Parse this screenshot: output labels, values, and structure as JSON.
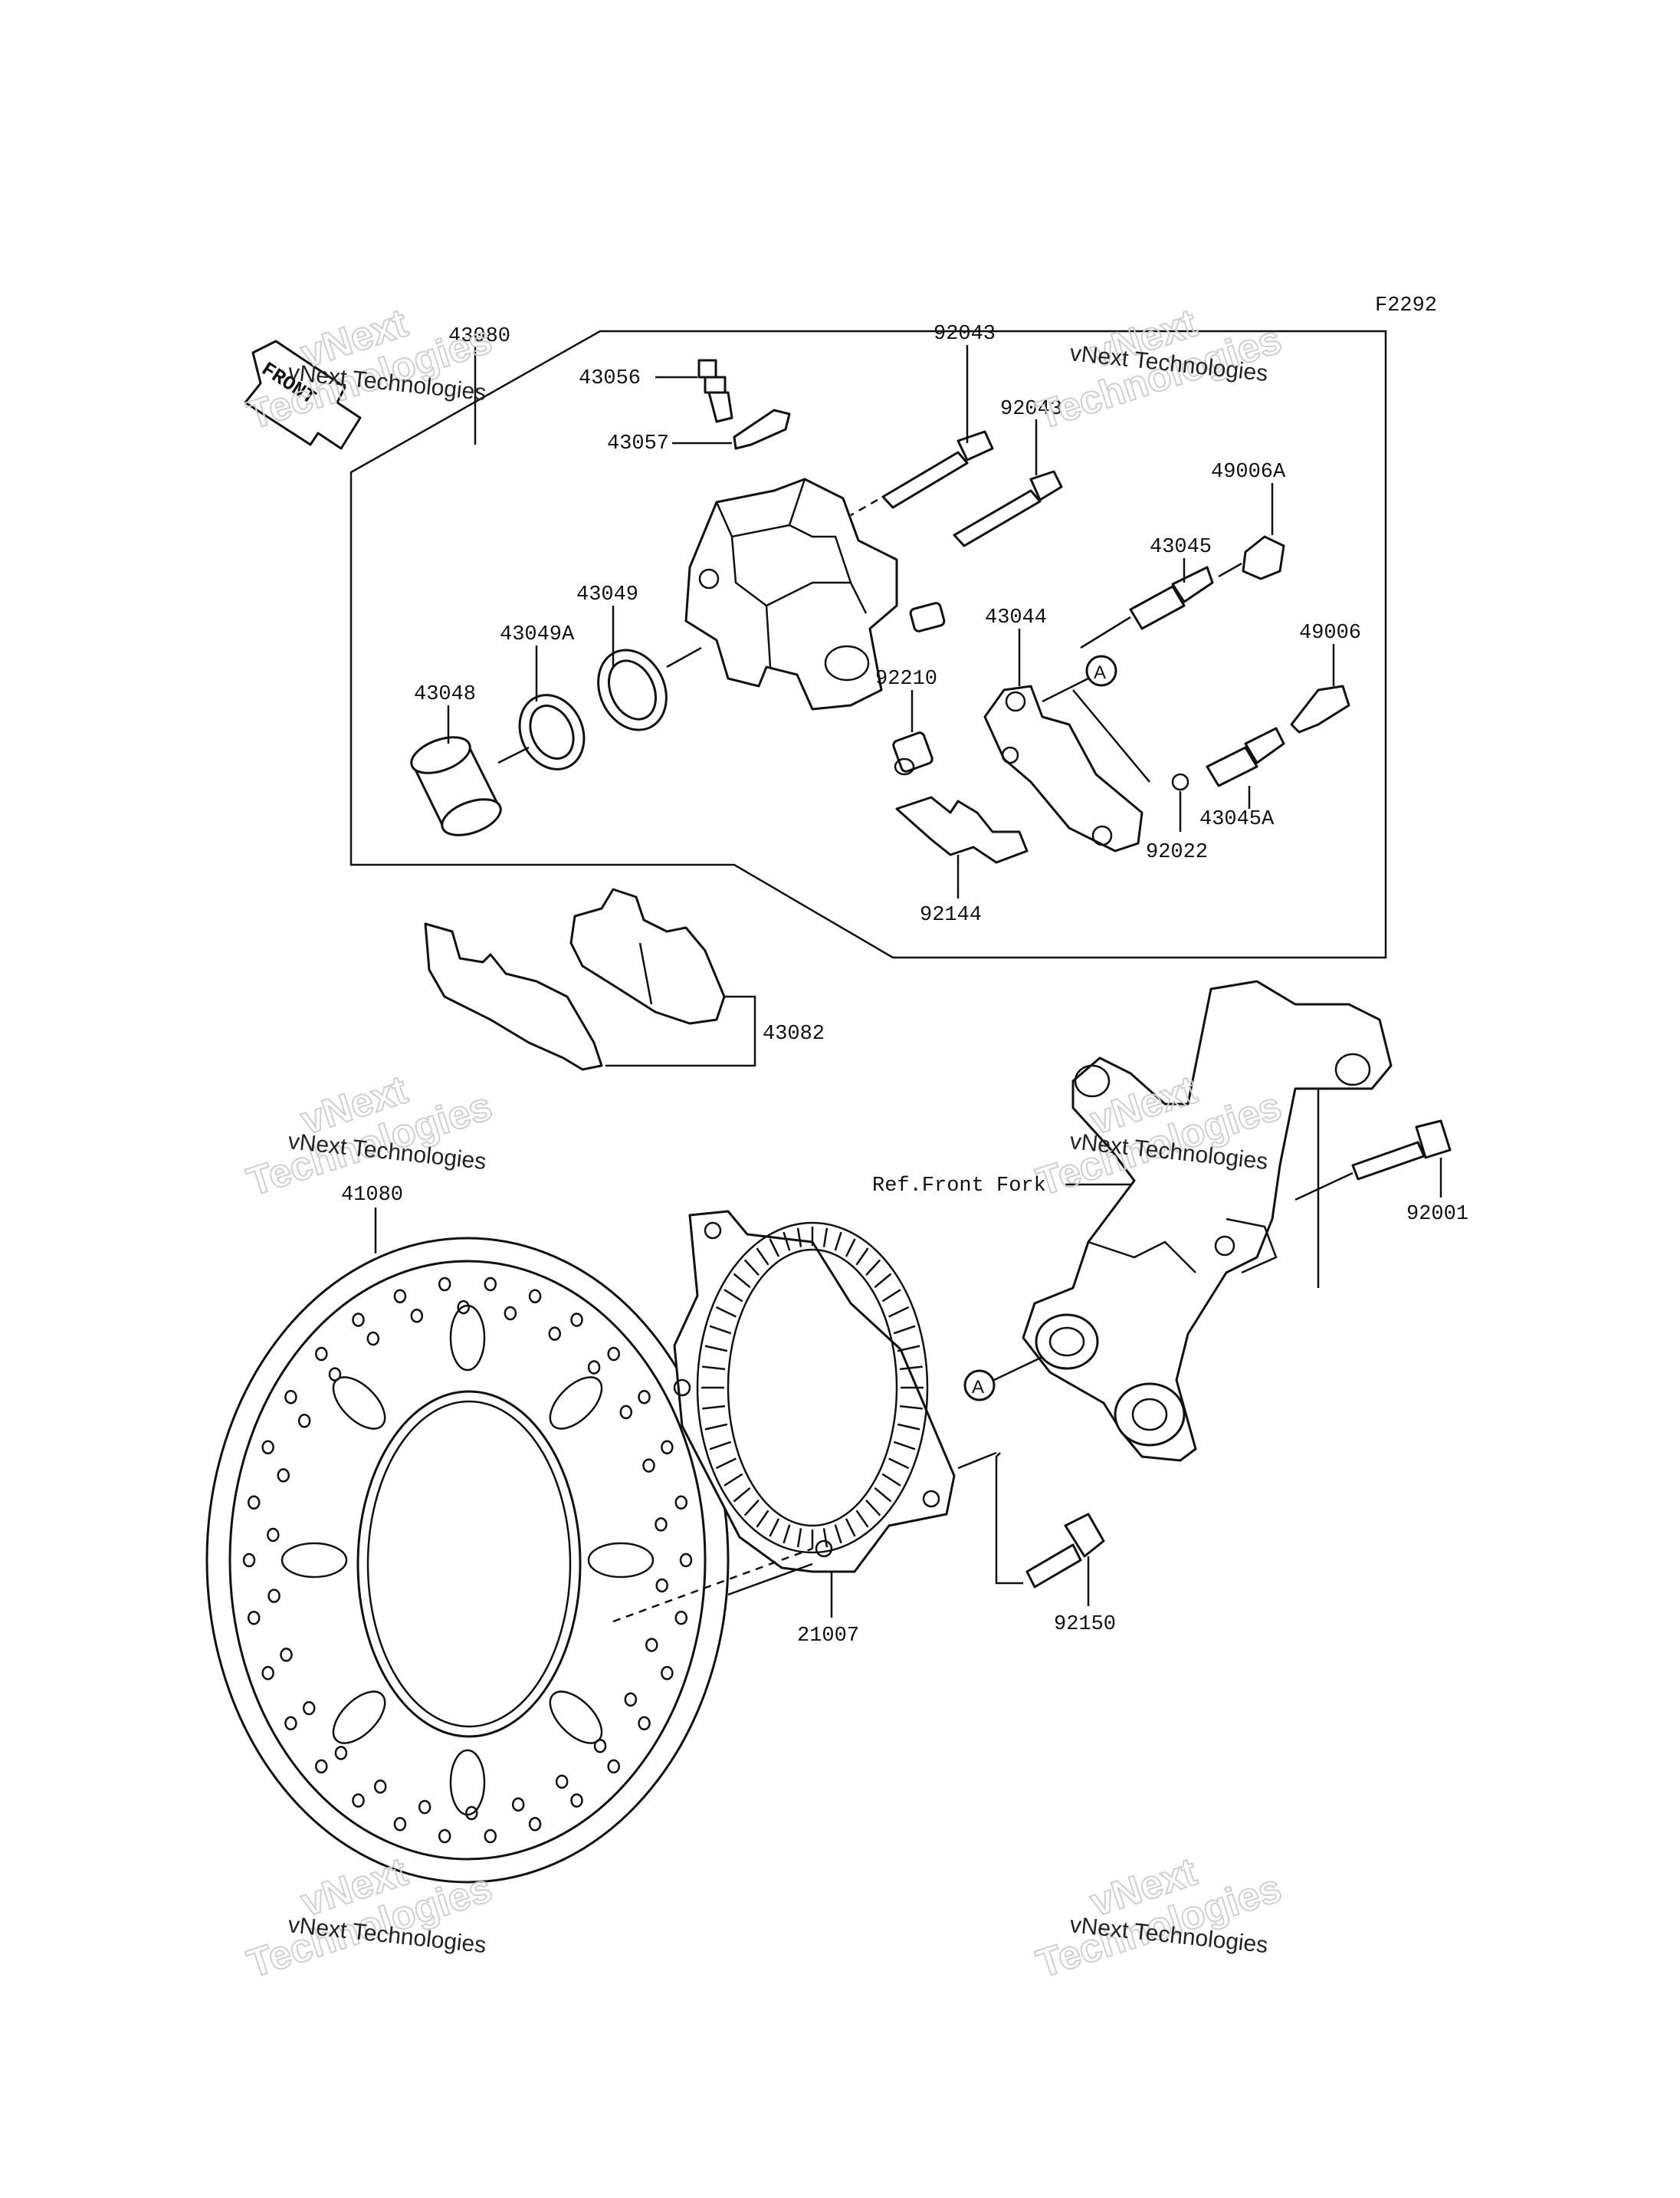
{
  "figure_code": "F2292",
  "watermark": {
    "line1": "vNext Technologies",
    "big_top": "vNext",
    "big_bottom": "Technologies"
  },
  "front_marker": "FRONT",
  "ref_label": "Ref.Front Fork",
  "circle_marker": "A",
  "parts": {
    "p43080": "43080",
    "p43056": "43056",
    "p43057": "43057",
    "p92043a": "92043",
    "p92043b": "92043",
    "p49006A": "49006A",
    "p43045": "43045",
    "p43049": "43049",
    "p43049A": "43049A",
    "p43044": "43044",
    "p49006": "49006",
    "p43048": "43048",
    "p92210": "92210",
    "p43045A": "43045A",
    "p92022": "92022",
    "p92144": "92144",
    "p43082": "43082",
    "p41080": "41080",
    "p92001": "92001",
    "p21007": "21007",
    "p92150": "92150"
  }
}
